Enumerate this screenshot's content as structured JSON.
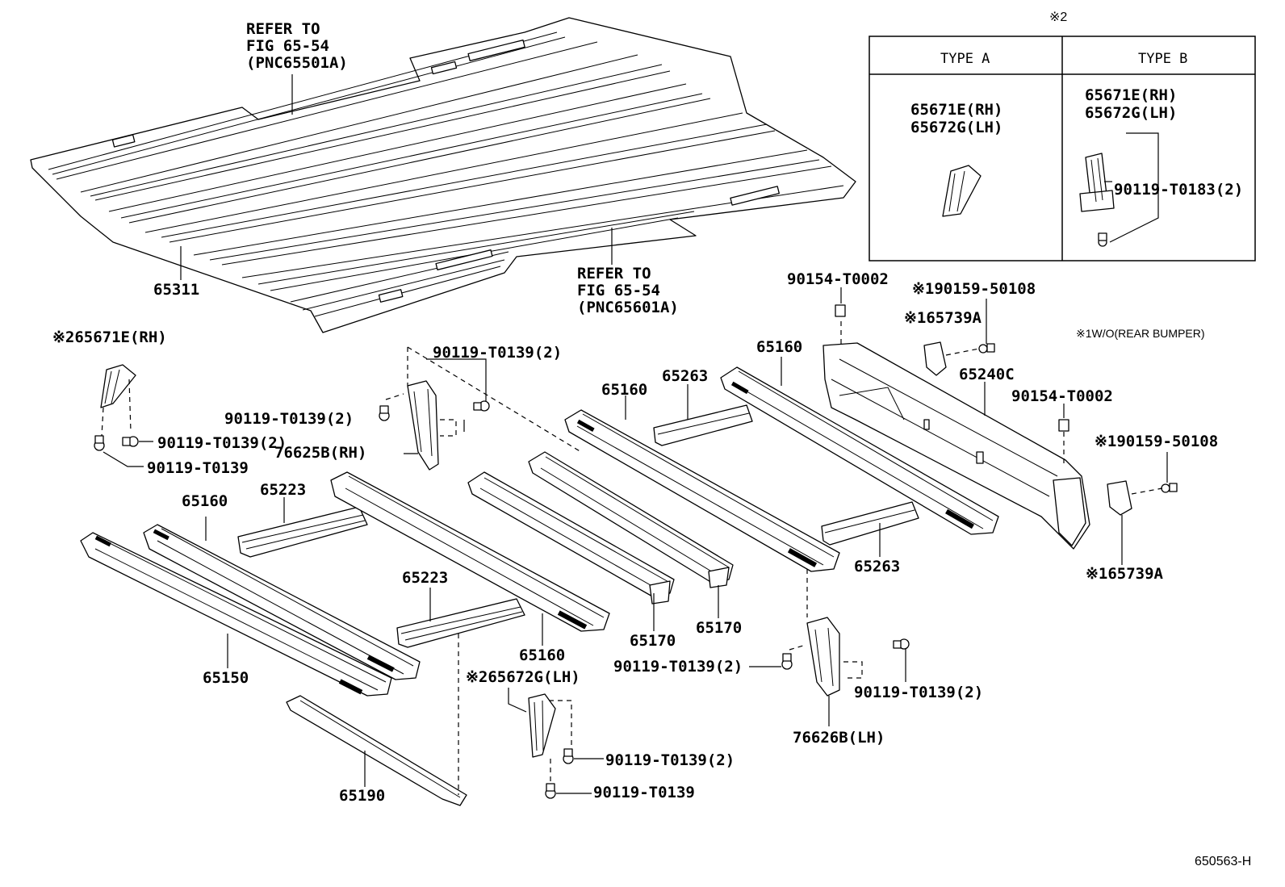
{
  "diagram": {
    "catalog_code": "650563-H",
    "inset": {
      "note_mark": "※2",
      "columns": [
        {
          "header": "TYPE A",
          "part_rh": "65671E(RH)",
          "part_lh": "65672G(LH)"
        },
        {
          "header": "TYPE B",
          "part_rh": "65671E(RH)",
          "part_lh": "65672G(LH)",
          "bolt": "90119-T0183(2)"
        }
      ]
    },
    "refer_front": {
      "line1": "REFER TO",
      "line2": "FIG 65-54",
      "line3": "(PNC65501A)"
    },
    "refer_rear": {
      "line1": "REFER TO",
      "line2": "FIG 65-54",
      "line3": "(PNC65601A)"
    },
    "note_1": "※1W/O(REAR BUMPER)",
    "labels": {
      "floor_panel": "65311",
      "bracket_rh": "※265671E(RH)",
      "bracket_lh": "※265672G(LH)",
      "bolt_single_a": "90119-T0139",
      "bolt_pair_a": "90119-T0139(2)",
      "bolt_pair_b": "90119-T0139(2)",
      "bolt_pair_c": "90119-T0139(2)",
      "bolt_pair_d": "90119-T0139(2)",
      "bolt_pair_e": "90119-T0139(2)",
      "bolt_pair_f": "90119-T0139(2)",
      "bolt_single_b": "90119-T0139",
      "support_rh": "76625B(RH)",
      "support_lh": "76626B(LH)",
      "sill_a": "65160",
      "sill_b": "65160",
      "sill_c": "65160",
      "sill_d": "65160",
      "cross_a": "65223",
      "cross_b": "65223",
      "cross_c": "65263",
      "cross_d": "65263",
      "member_a": "65170",
      "member_b": "65170",
      "side_rail": "65150",
      "side_rail_lower": "65190",
      "rear_sill": "65240C",
      "nut_a": "90154-T0002",
      "nut_b": "90154-T0002",
      "screw_a": "※190159-50108",
      "screw_b": "※190159-50108",
      "cover_a": "※165739A",
      "cover_b": "※165739A"
    }
  }
}
